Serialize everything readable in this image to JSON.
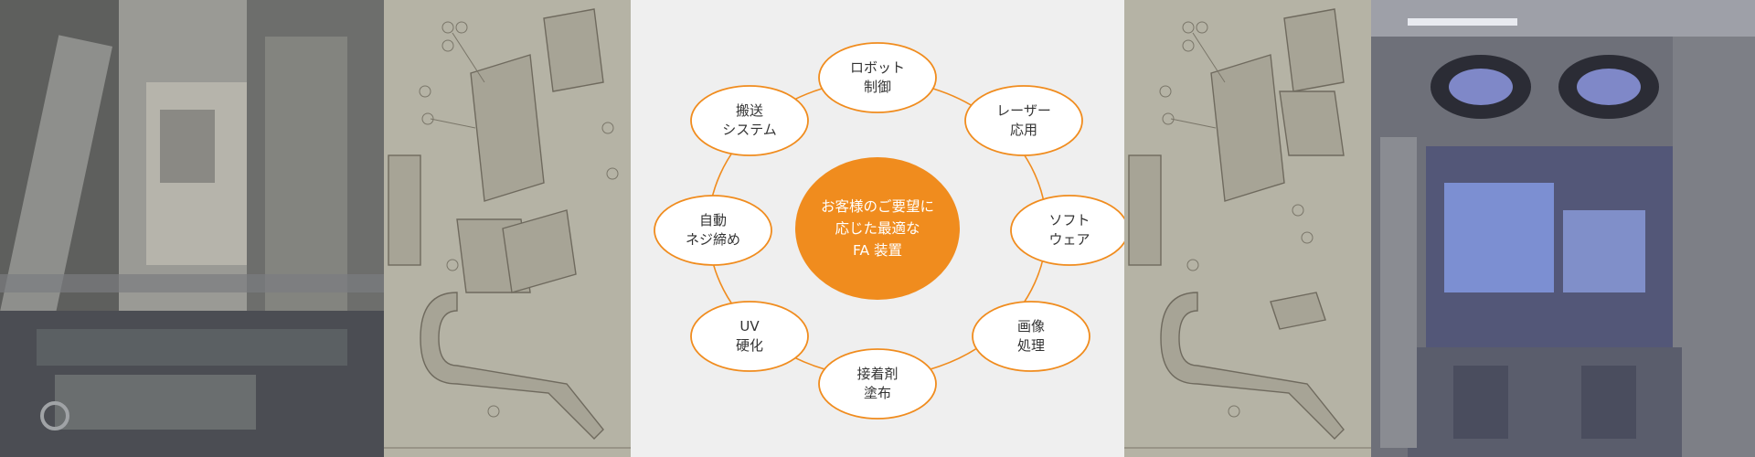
{
  "colors": {
    "accent": "#f08c1e",
    "node_fill": "#ffffff",
    "background": "#efefef",
    "drawing_paper": "#b4b2a4"
  },
  "center": {
    "lines": [
      "お客様のご要望に",
      "応じた最適な",
      "FA 装置"
    ]
  },
  "nodes": [
    {
      "id": "robot",
      "lines": [
        "ロボット",
        "制御"
      ]
    },
    {
      "id": "laser",
      "lines": [
        "レーザー",
        "応用"
      ]
    },
    {
      "id": "software",
      "lines": [
        "ソフト",
        "ウェア"
      ]
    },
    {
      "id": "image",
      "lines": [
        "画像",
        "処理"
      ]
    },
    {
      "id": "adhesive",
      "lines": [
        "接着剤",
        "塗布"
      ]
    },
    {
      "id": "uv",
      "lines": [
        "UV",
        "硬化"
      ]
    },
    {
      "id": "screw",
      "lines": [
        "自動",
        "ネジ締め"
      ]
    },
    {
      "id": "transport",
      "lines": [
        "搬送",
        "システム"
      ]
    }
  ],
  "images": {
    "left_photo": "machine-photo",
    "left_drawing": "technical-drawing",
    "right_drawing": "technical-drawing",
    "right_photo": "machine-photo-uv"
  }
}
